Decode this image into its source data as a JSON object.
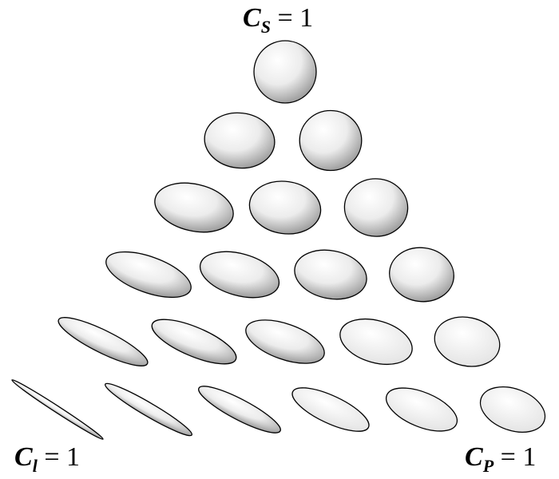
{
  "labels": {
    "top": {
      "symbol": "C",
      "subscript": "S",
      "equals": "= 1"
    },
    "left": {
      "symbol": "C",
      "subscript": "l",
      "equals": "= 1"
    },
    "right": {
      "symbol": "C",
      "subscript": "P",
      "equals": "= 1"
    }
  },
  "grid": {
    "rows": 6,
    "row_counts": [
      1,
      2,
      3,
      4,
      5,
      6
    ]
  },
  "colors": {
    "outline": "#000000",
    "highlight": "#ffffff",
    "shade": "#7a7a7a",
    "background": "#ffffff"
  }
}
